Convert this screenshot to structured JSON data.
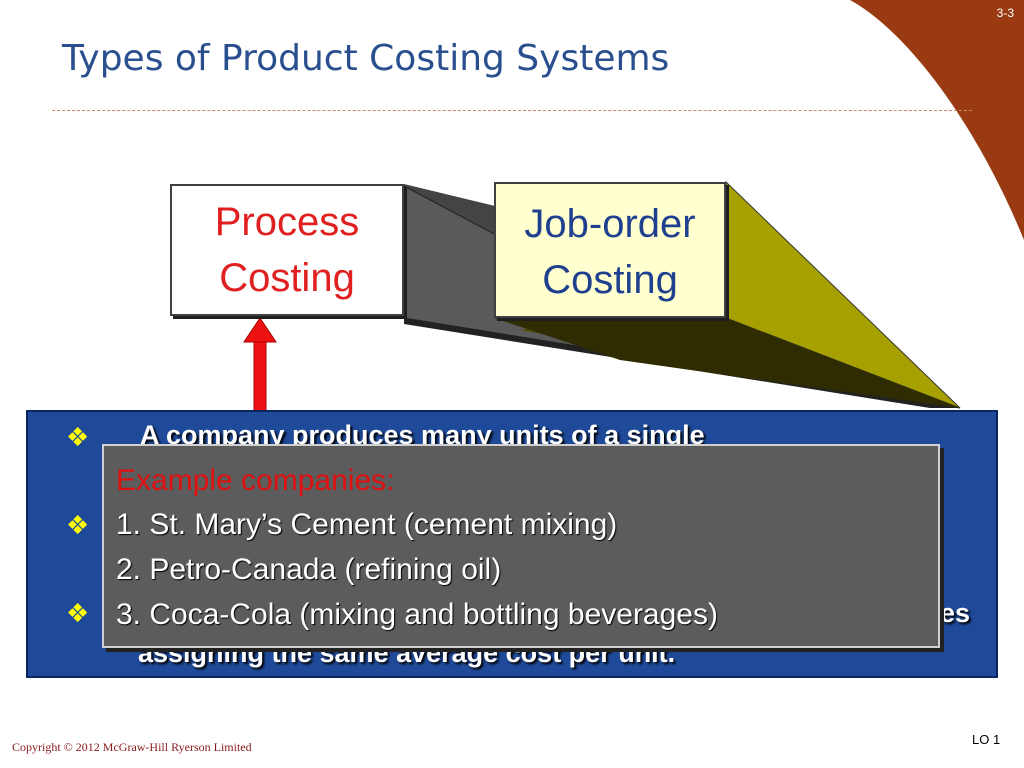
{
  "slide": {
    "page_number": "3-3",
    "title": "Types of Product Costing Systems",
    "footer_copyright": "Copyright © 2012 McGraw-Hill Ryerson Limited",
    "footer_lo": "LO 1"
  },
  "boxes": {
    "process": {
      "line1": "Process",
      "line2": "Costing"
    },
    "job_order": {
      "line1": "Job-order",
      "line2": "Costing"
    }
  },
  "panel": {
    "bullet_symbol": "❖",
    "bullets": [
      "A company produces many units of a single",
      "",
      "es",
      "assigning the same average cost per unit."
    ]
  },
  "popup": {
    "heading": "Example companies:",
    "items": [
      "1. St. Mary’s Cement (cement mixing)",
      "2. Petro-Canada (refining oil)",
      "3. Coca-Cola (mixing and bottling beverages)"
    ]
  },
  "colors": {
    "title": "#2a4f8f",
    "corner": "#9a3a12",
    "panel": "#1f4a9a",
    "popup": "#5c5c5c",
    "process_text": "#e02020",
    "job_text": "#1f3f8f",
    "job_fill": "#ffffd0",
    "wedge_gray": "#555555",
    "wedge_olive": "#a6a000",
    "arrow": "#ee1111"
  }
}
